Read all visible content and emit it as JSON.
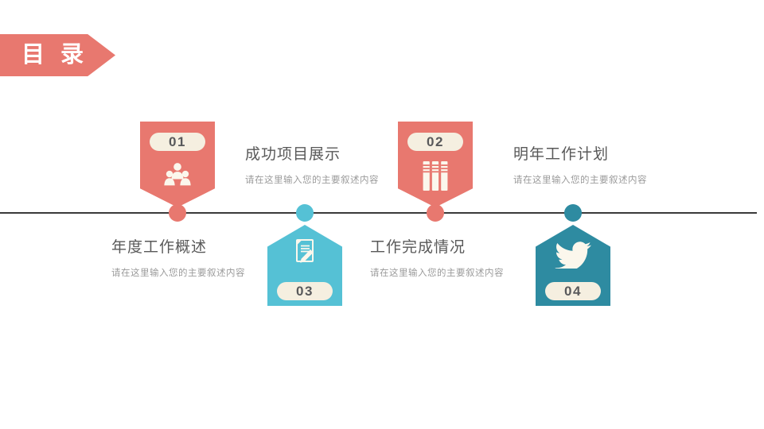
{
  "header": {
    "title": "目 录",
    "banner_color": "#E8786F",
    "text_color": "#FFFFFF"
  },
  "timeline": {
    "line_color": "#3A3A3A"
  },
  "items": [
    {
      "number": "01",
      "title": "成功项目展示",
      "description": "请在这里输入您的主要叙述内容",
      "icon": "users-group-icon",
      "color": "#E8786F",
      "flag_direction": "down"
    },
    {
      "number": "02",
      "title": "明年工作计划",
      "description": "请在这里输入您的主要叙述内容",
      "icon": "books-icon",
      "color": "#E8786F",
      "flag_direction": "down"
    },
    {
      "number": "03",
      "title": "年度工作概述",
      "description": "请在这里输入您的主要叙述内容",
      "icon": "document-pencil-icon",
      "color": "#55C1D5",
      "flag_direction": "up"
    },
    {
      "number": "04",
      "title": "工作完成情况",
      "description": "请在这里输入您的主要叙述内容",
      "icon": "twitter-bird-icon",
      "color": "#2E8BA1",
      "flag_direction": "up"
    }
  ],
  "colors": {
    "pill_background": "#F5EFE0",
    "number_text": "#58595B",
    "heading_text": "#595959",
    "description_text": "#9B9B9B",
    "icon_fill": "#FBF7EC"
  }
}
